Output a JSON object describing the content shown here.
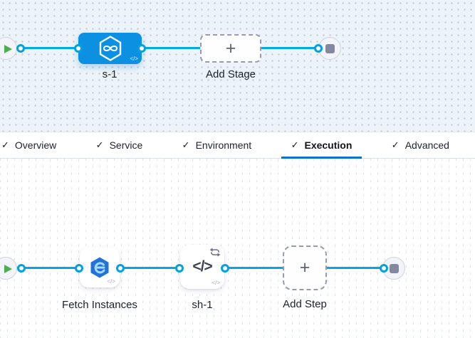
{
  "stage_pipeline": {
    "stage": {
      "label": "s-1",
      "code_badge": "</>"
    },
    "add_stage": {
      "label": "Add Stage",
      "plus": "+"
    }
  },
  "tabs": {
    "items": [
      {
        "label": "Overview",
        "check": "✓",
        "active": false
      },
      {
        "label": "Service",
        "check": "✓",
        "active": false
      },
      {
        "label": "Environment",
        "check": "✓",
        "active": false
      },
      {
        "label": "Execution",
        "check": "✓",
        "active": true
      },
      {
        "label": "Advanced",
        "check": "✓",
        "active": false
      }
    ]
  },
  "execution_pipeline": {
    "steps": [
      {
        "label": "Fetch Instances",
        "code_badge": "</>"
      },
      {
        "label": "sh-1",
        "main_glyph": "</>",
        "code_badge": "</>"
      }
    ],
    "add_step": {
      "label": "Add Step",
      "plus": "+"
    }
  },
  "colors": {
    "connector": "#00a9e4",
    "stage_node_blue": "#0b90e2",
    "active_tab_underline": "#0b72d1",
    "play_green": "#4cae51",
    "stop_gray": "#8487a0"
  }
}
